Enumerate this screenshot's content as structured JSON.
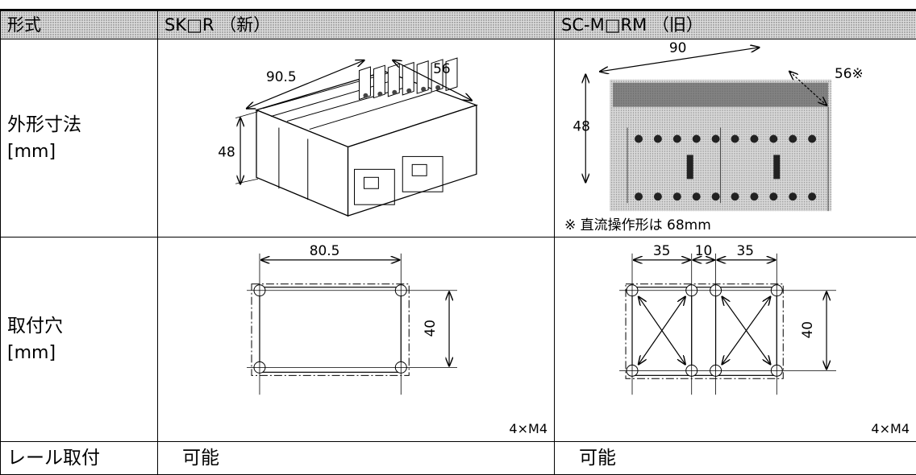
{
  "header": {
    "col_type": "形式",
    "col_new": "SK□R （新）",
    "col_old": "SC-M□RM （旧）"
  },
  "rows": {
    "dims": {
      "label": "外形寸法",
      "unit": "[mm]"
    },
    "holes": {
      "label": "取付穴",
      "unit": "[mm]"
    },
    "rail": {
      "label": "レール取付"
    }
  },
  "new_model": {
    "dims": {
      "width": "90.5",
      "depth": "56",
      "height": "48"
    },
    "holes": {
      "pitch": "80.5",
      "vertical": "40",
      "screws": "4×M4"
    },
    "rail": "可能"
  },
  "old_model": {
    "dims": {
      "width": "90",
      "depth": "56※",
      "height": "48",
      "note": "※ 直流操作形は 68mm"
    },
    "holes": {
      "pitch_left": "35",
      "pitch_mid": "10",
      "pitch_right": "35",
      "vertical": "40",
      "screws": "4×M4"
    },
    "rail": "可能"
  }
}
